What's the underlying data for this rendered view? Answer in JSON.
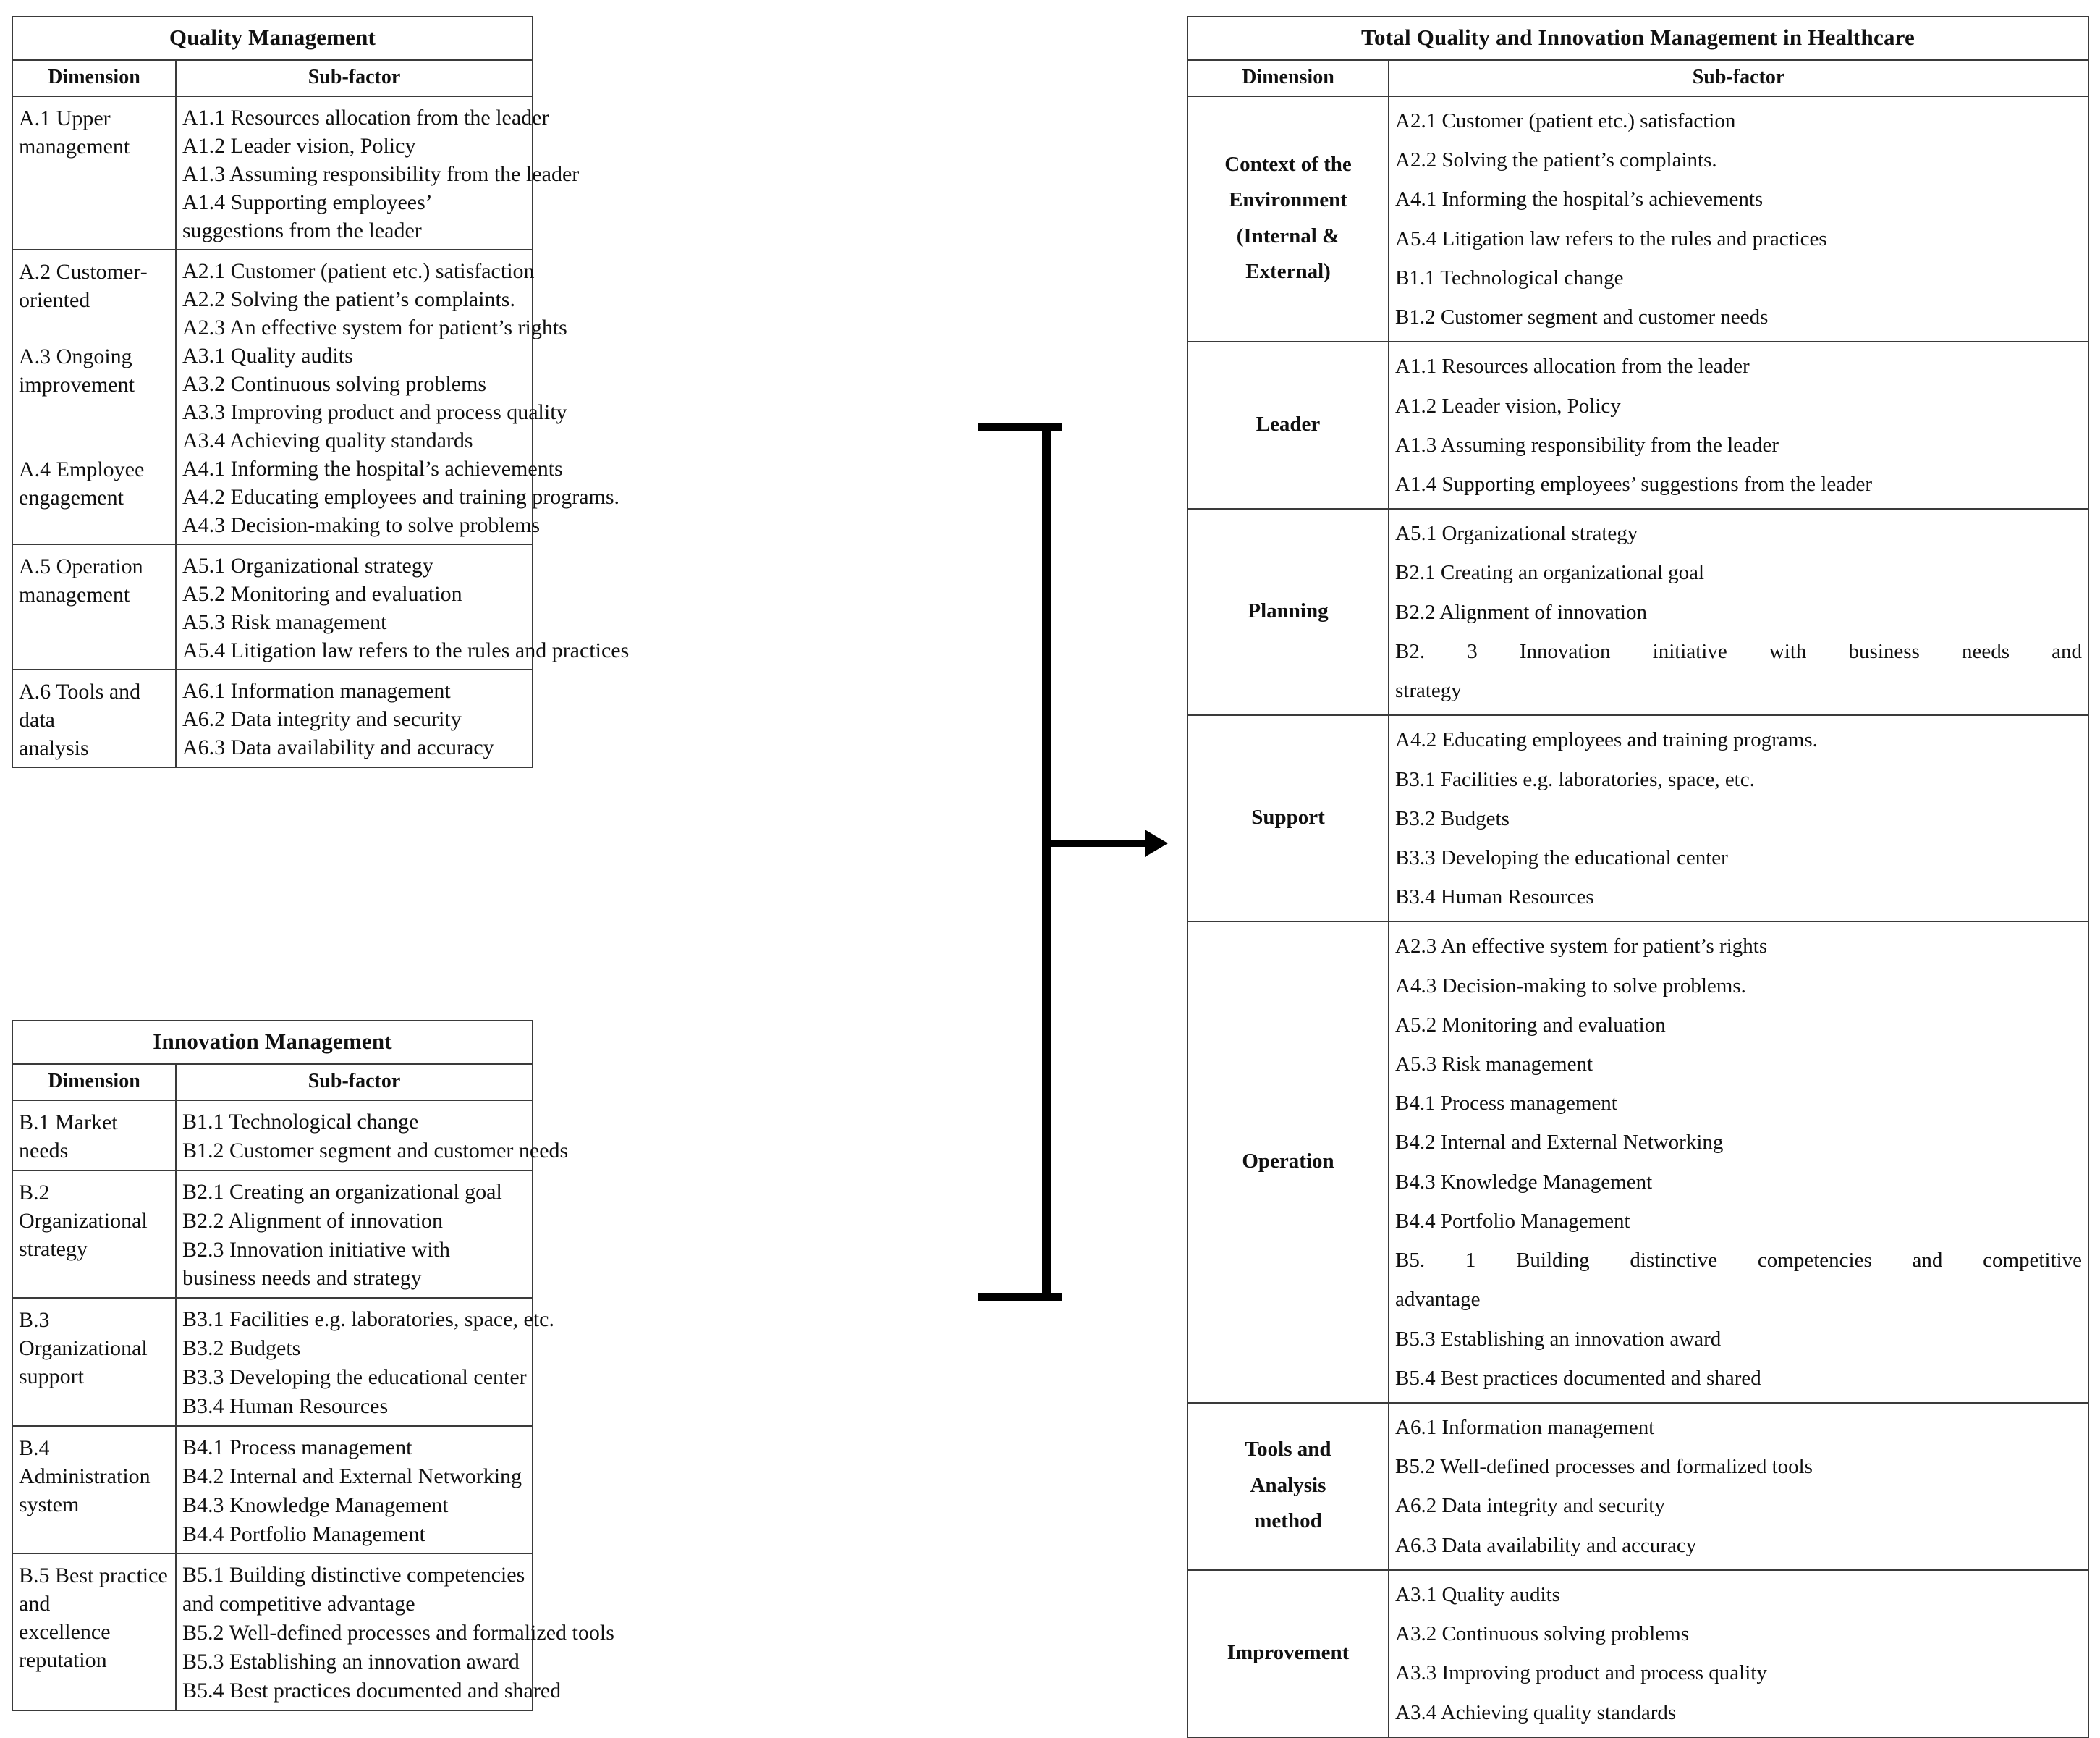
{
  "connector": {
    "shape": "bracket-to-arrow",
    "arrow_direction": "right",
    "color": "#000000"
  },
  "quality_table": {
    "title": "Quality Management",
    "headers": {
      "dimension": "Dimension",
      "subfactor": "Sub-factor"
    },
    "rows": [
      {
        "dimension": [
          "A.1 Upper",
          "management"
        ],
        "subfactors": [
          {
            "text": "A1.1 Resources allocation from the leader",
            "wrap": false
          },
          {
            "text": "A1.2 Leader vision, Policy",
            "wrap": false
          },
          {
            "text": "A1.3 Assuming responsibility from the leader",
            "wrap": false
          },
          {
            "text": "A1.4 Supporting employees’ suggestions from the leader",
            "wrap": true
          }
        ]
      },
      {
        "dimension": [
          "A.2 Customer-",
          "oriented",
          "",
          "A.3 Ongoing",
          "improvement",
          "",
          "",
          "A.4 Employee",
          "engagement"
        ],
        "subfactors": [
          {
            "text": "A2.1 Customer (patient etc.) satisfaction",
            "wrap": false
          },
          {
            "text": "A2.2 Solving the patient’s complaints.",
            "wrap": false
          },
          {
            "text": "A2.3 An effective system for patient’s rights",
            "wrap": false
          },
          {
            "text": "A3.1 Quality audits",
            "wrap": false
          },
          {
            "text": "A3.2 Continuous solving problems",
            "wrap": false
          },
          {
            "text": "A3.3 Improving product and process quality",
            "wrap": false
          },
          {
            "text": "A3.4 Achieving quality standards",
            "wrap": false
          },
          {
            "text": "A4.1 Informing the hospital’s achievements",
            "wrap": false
          },
          {
            "text": "A4.2 Educating employees and training programs.",
            "wrap": false
          },
          {
            "text": "A4.3 Decision-making to solve problems",
            "wrap": false
          }
        ]
      },
      {
        "dimension": [
          "A.5 Operation",
          "management"
        ],
        "subfactors": [
          {
            "text": "A5.1  Organizational strategy",
            "wrap": false
          },
          {
            "text": "A5.2 Monitoring and evaluation",
            "wrap": false
          },
          {
            "text": "A5.3 Risk management",
            "wrap": false
          },
          {
            "text": "A5.4 Litigation law refers to the rules and practices",
            "wrap": false
          }
        ]
      },
      {
        "dimension": [
          "A.6 Tools and data",
          "analysis"
        ],
        "subfactors": [
          {
            "text": "A6.1 Information management",
            "wrap": false
          },
          {
            "text": "A6.2 Data integrity and security",
            "wrap": false
          },
          {
            "text": "A6.3 Data availability and accuracy",
            "wrap": false
          }
        ]
      }
    ]
  },
  "innovation_table": {
    "title": "Innovation Management",
    "headers": {
      "dimension": "Dimension",
      "subfactor": "Sub-factor"
    },
    "rows": [
      {
        "dimension": [
          "B.1 Market needs"
        ],
        "subfactors": [
          {
            "text": "B1.1 Technological change",
            "wrap": false
          },
          {
            "text": "B1.2 Customer segment and customer needs",
            "wrap": false
          }
        ]
      },
      {
        "dimension": [
          "B.2 Organizational",
          "strategy"
        ],
        "subfactors": [
          {
            "text": "B2.1  Creating an organizational goal",
            "wrap": false
          },
          {
            "text": "B2.2  Alignment of innovation",
            "wrap": false
          },
          {
            "text": "B2.3  Innovation initiative with business needs and strategy",
            "wrap": true
          }
        ]
      },
      {
        "dimension": [
          "B.3 Organizational",
          "support"
        ],
        "subfactors": [
          {
            "text": "B3.1 Facilities e.g. laboratories, space, etc.",
            "wrap": false
          },
          {
            "text": "B3.2 Budgets",
            "wrap": false
          },
          {
            "text": "B3.3 Developing the educational center",
            "wrap": false
          },
          {
            "text": "B3.4 Human Resources",
            "wrap": false
          }
        ]
      },
      {
        "dimension": [
          "B.4 Administration",
          "system"
        ],
        "subfactors": [
          {
            "text": "B4.1 Process management",
            "wrap": false
          },
          {
            "text": "B4.2 Internal and External Networking",
            "wrap": false
          },
          {
            "text": "B4.3 Knowledge Management",
            "wrap": false
          },
          {
            "text": "B4.4 Portfolio Management",
            "wrap": false
          }
        ]
      },
      {
        "dimension": [
          "B.5 Best practice and",
          "excellence reputation"
        ],
        "subfactors": [
          {
            "text": "B5.1 Building distinctive competencies and competitive advantage",
            "wrap": true
          },
          {
            "text": "B5.2 Well-defined processes and formalized tools",
            "wrap": false
          },
          {
            "text": "B5.3 Establishing an innovation award",
            "wrap": false
          },
          {
            "text": "B5.4 Best practices documented and shared",
            "wrap": false
          }
        ]
      }
    ]
  },
  "total_table": {
    "title": "Total Quality and Innovation Management in Healthcare",
    "headers": {
      "dimension": "Dimension",
      "subfactor": "Sub-factor"
    },
    "rows": [
      {
        "dimension": [
          "Context of the",
          "Environment",
          "(Internal &",
          "External)"
        ],
        "subfactors": [
          {
            "text": "A2.1 Customer (patient etc.) satisfaction",
            "style": "plain"
          },
          {
            "text": "A2.2 Solving the patient’s complaints.",
            "style": "plain"
          },
          {
            "text": "A4.1 Informing the hospital’s achievements",
            "style": "plain"
          },
          {
            "text": "A5.4 Litigation law refers to the rules and practices",
            "style": "plain"
          },
          {
            "text": "B1.1 Technological change",
            "style": "plain"
          },
          {
            "text": "B1.2 Customer segment and customer needs",
            "style": "plain"
          }
        ]
      },
      {
        "dimension": [
          "Leader"
        ],
        "subfactors": [
          {
            "text": "A1.1 Resources allocation from the leader",
            "style": "plain"
          },
          {
            "text": "A1.2 Leader vision, Policy",
            "style": "plain"
          },
          {
            "text": "A1.3 Assuming responsibility from the leader",
            "style": "plain"
          },
          {
            "text": "A1.4 Supporting employees’ suggestions from the leader",
            "style": "plain"
          }
        ]
      },
      {
        "dimension": [
          "Planning"
        ],
        "subfactors": [
          {
            "text": "A5.1  Organizational strategy",
            "style": "plain"
          },
          {
            "text": "B2.1  Creating an organizational goal",
            "style": "plain"
          },
          {
            "text": "B2.2  Alignment of innovation",
            "style": "plain"
          },
          {
            "text": "B2. 3   Innovation initiative with business needs and",
            "style": "justify"
          },
          {
            "text": "strategy",
            "style": "plain"
          }
        ]
      },
      {
        "dimension": [
          "Support"
        ],
        "subfactors": [
          {
            "text": "A4.2 Educating employees and training programs.",
            "style": "plain"
          },
          {
            "text": "B3.1 Facilities e.g. laboratories, space, etc.",
            "style": "plain"
          },
          {
            "text": "B3.2 Budgets",
            "style": "plain"
          },
          {
            "text": "B3.3 Developing the educational center",
            "style": "plain"
          },
          {
            "text": "B3.4 Human Resources",
            "style": "plain"
          }
        ]
      },
      {
        "dimension": [
          "Operation"
        ],
        "subfactors": [
          {
            "text": "A2.3 An effective system for patient’s rights",
            "style": "plain"
          },
          {
            "text": "A4.3 Decision-making to solve problems.",
            "style": "plain"
          },
          {
            "text": "A5.2 Monitoring and evaluation",
            "style": "plain"
          },
          {
            "text": "A5.3 Risk management",
            "style": "plain"
          },
          {
            "text": "B4.1 Process management",
            "style": "plain"
          },
          {
            "text": "B4.2 Internal and External Networking",
            "style": "plain"
          },
          {
            "text": "B4.3 Knowledge Management",
            "style": "plain"
          },
          {
            "text": "B4.4 Portfolio Management",
            "style": "plain"
          },
          {
            "text": "B5. 1  Building distinctive competencies and competitive",
            "style": "justify"
          },
          {
            "text": "advantage",
            "style": "plain"
          },
          {
            "text": "B5.3 Establishing an innovation award",
            "style": "plain"
          },
          {
            "text": "B5.4 Best practices documented and shared",
            "style": "plain"
          }
        ]
      },
      {
        "dimension": [
          "Tools and",
          "Analysis",
          "method"
        ],
        "subfactors": [
          {
            "text": "A6.1 Information management",
            "style": "plain"
          },
          {
            "text": "B5.2 Well-defined processes and formalized tools",
            "style": "plain"
          },
          {
            "text": "A6.2 Data integrity and security",
            "style": "plain"
          },
          {
            "text": "A6.3 Data availability and accuracy",
            "style": "plain"
          }
        ]
      },
      {
        "dimension": [
          "Improvement"
        ],
        "subfactors": [
          {
            "text": "A3.1 Quality audits",
            "style": "plain"
          },
          {
            "text": "A3.2 Continuous solving problems",
            "style": "plain"
          },
          {
            "text": "A3.3 Improving product and process quality",
            "style": "plain"
          },
          {
            "text": "A3.4 Achieving quality standards",
            "style": "plain"
          }
        ]
      }
    ]
  }
}
